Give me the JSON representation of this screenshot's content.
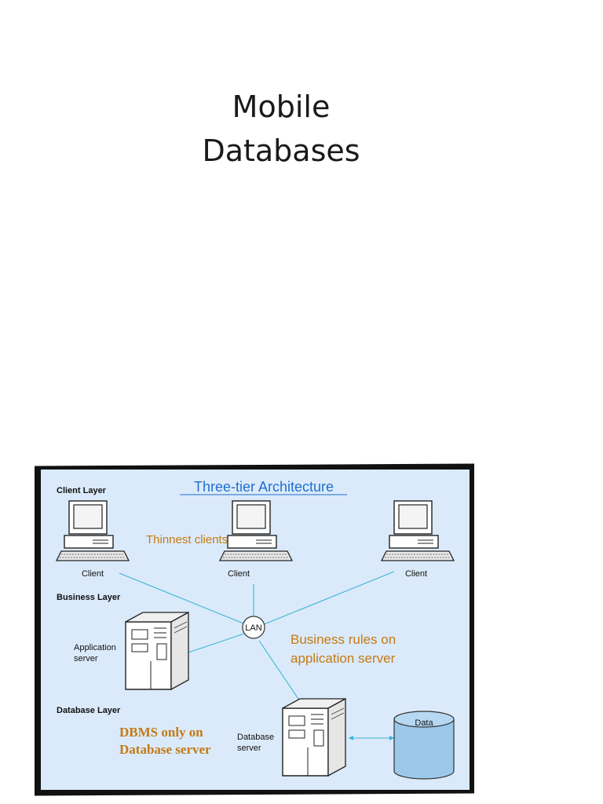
{
  "slide": {
    "title_line1": "Mobile",
    "title_line2": "Databases"
  },
  "diagram": {
    "heading": "Three-tier Architecture",
    "layers": {
      "client": "Client Layer",
      "business": "Business Layer",
      "database": "Database Layer"
    },
    "client_label": "Client",
    "lan_label": "LAN",
    "app_server_line1": "Application",
    "app_server_line2": "server",
    "db_server_line1": "Database",
    "db_server_line2": "server",
    "data_label": "Data",
    "notes": {
      "thin_clients": "Thinnest clients",
      "business_line1": "Business rules on",
      "business_line2": "application server",
      "dbms_line1": "DBMS only on",
      "dbms_line2": "Database server"
    },
    "colors": {
      "background": "#dbeafa",
      "heading": "#1f6fd0",
      "note": "#c47a12",
      "link": "#3ab4d6",
      "cylinder": "#9cc8ea"
    }
  }
}
